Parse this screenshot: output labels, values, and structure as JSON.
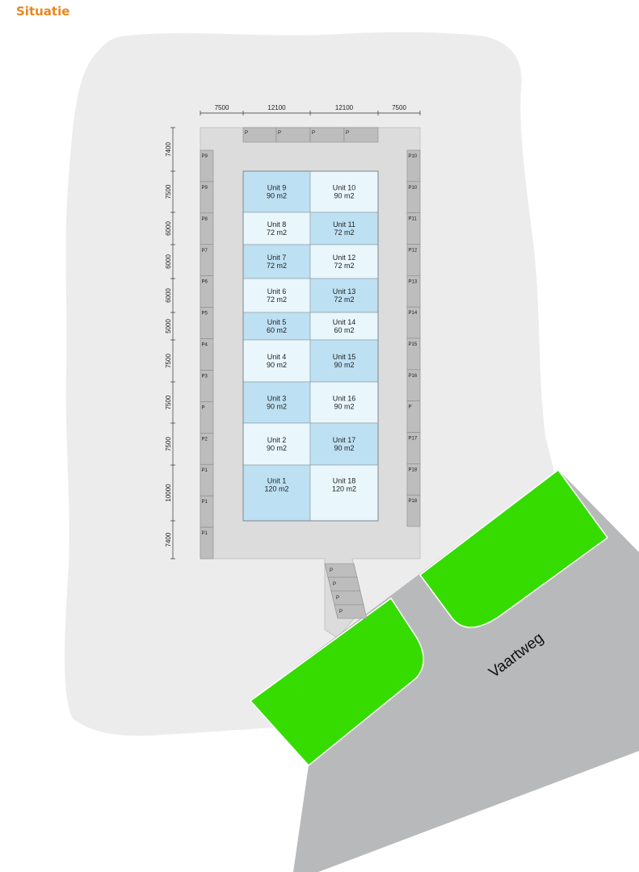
{
  "title": "Situatie",
  "road_name": "Vaartweg",
  "colors": {
    "title": "#e8871e",
    "background_blob": "#ececec",
    "site": "#dcdcdd",
    "parking": "#bdbdbe",
    "unit_blue": "#bde0f2",
    "unit_light": "#e9f6fb",
    "grass": "#36dc00",
    "road": "#b8b9ba"
  },
  "top_dimensions": [
    "7500",
    "12100",
    "12100",
    "7500"
  ],
  "left_dimensions": [
    "7400",
    "7500",
    "6000",
    "6000",
    "6000",
    "5000",
    "7500",
    "7500",
    "7500",
    "10000",
    "7400"
  ],
  "top_parking": [
    "P",
    "P",
    "P",
    "P"
  ],
  "left_parking": [
    "P9",
    "P9",
    "P8",
    "P7",
    "P6",
    "P5",
    "P4",
    "P3",
    "P",
    "P2",
    "P1",
    "P1",
    "P1"
  ],
  "right_parking": [
    "P10",
    "P10",
    "P11",
    "P12",
    "P13",
    "P14",
    "P15",
    "P16",
    "P",
    "P17",
    "P18",
    "P18"
  ],
  "driveway_parking": [
    "P",
    "P",
    "P",
    "P"
  ],
  "units": [
    {
      "left": {
        "name": "Unit 9",
        "area": "90 m2"
      },
      "right": {
        "name": "Unit 10",
        "area": "90 m2"
      }
    },
    {
      "left": {
        "name": "Unit 8",
        "area": "72 m2"
      },
      "right": {
        "name": "Unit 11",
        "area": "72 m2"
      }
    },
    {
      "left": {
        "name": "Unit 7",
        "area": "72 m2"
      },
      "right": {
        "name": "Unit 12",
        "area": "72 m2"
      }
    },
    {
      "left": {
        "name": "Unit 6",
        "area": "72 m2"
      },
      "right": {
        "name": "Unit 13",
        "area": "72 m2"
      }
    },
    {
      "left": {
        "name": "Unit 5",
        "area": "60 m2"
      },
      "right": {
        "name": "Unit 14",
        "area": "60 m2"
      }
    },
    {
      "left": {
        "name": "Unit 4",
        "area": "90 m2"
      },
      "right": {
        "name": "Unit 15",
        "area": "90 m2"
      }
    },
    {
      "left": {
        "name": "Unit 3",
        "area": "90 m2"
      },
      "right": {
        "name": "Unit 16",
        "area": "90 m2"
      }
    },
    {
      "left": {
        "name": "Unit 2",
        "area": "90 m2"
      },
      "right": {
        "name": "Unit 17",
        "area": "90 m2"
      }
    },
    {
      "left": {
        "name": "Unit 1",
        "area": "120 m2"
      },
      "right": {
        "name": "Unit 18",
        "area": "120 m2"
      }
    }
  ]
}
